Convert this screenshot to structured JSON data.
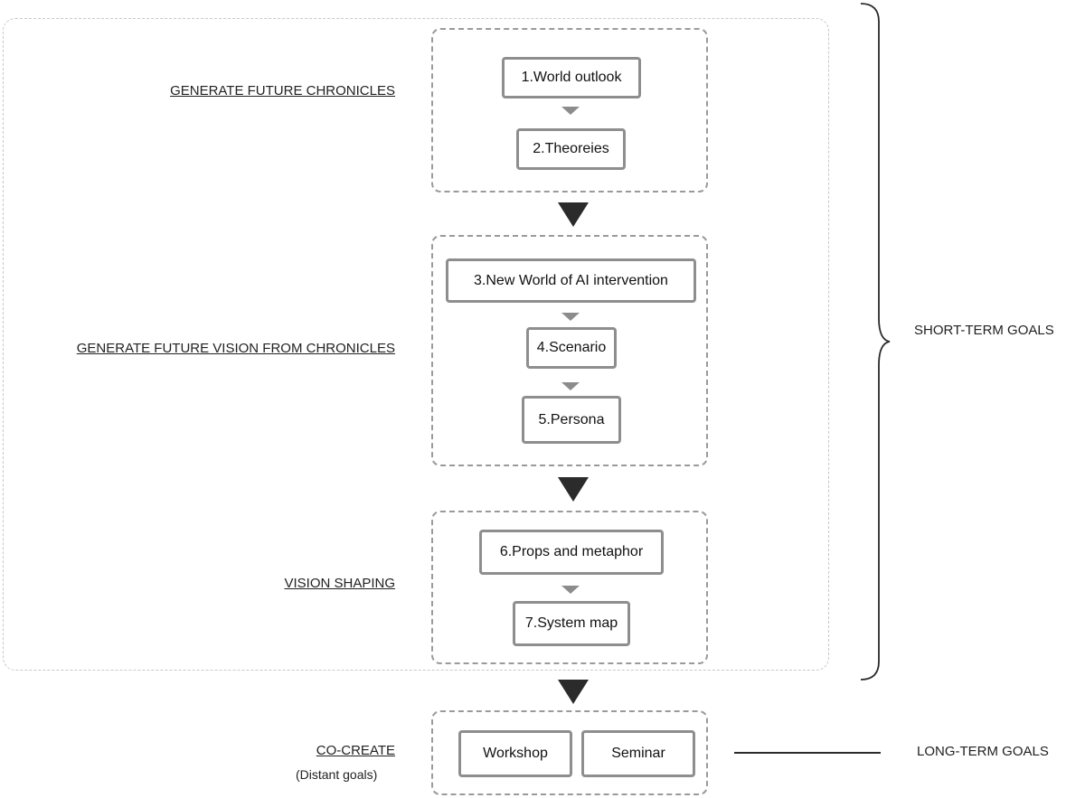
{
  "stages": [
    {
      "label": "GENERATE FUTURE CHRONICLES",
      "steps": [
        "1.World outlook",
        "2.Theoreies"
      ]
    },
    {
      "label": "GENERATE FUTURE VISION FROM CHRONICLES",
      "steps": [
        "3.New World of AI intervention",
        "4.Scenario",
        "5.Persona"
      ]
    },
    {
      "label": "VISION SHAPING",
      "steps": [
        "6.Props and metaphor",
        "7.System map"
      ]
    },
    {
      "label": "CO-CREATE",
      "sublabel": "(Distant goals)",
      "steps": [
        "Workshop",
        "Seminar"
      ]
    }
  ],
  "goals": {
    "short_term": "SHORT-TERM GOALS",
    "long_term": "LONG-TERM GOALS"
  },
  "colors": {
    "box_border": "#8e8e8e",
    "group_border": "#9a9a9a",
    "big_arrow": "#2b2b2b",
    "small_arrow": "#8c8c8c"
  }
}
